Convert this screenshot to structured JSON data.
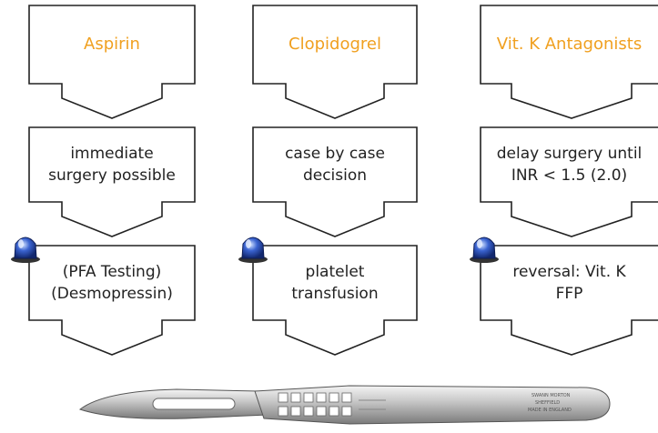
{
  "flowchart": {
    "columns": [
      {
        "drug": "Aspirin",
        "step1": [
          "immediate",
          "surgery possible"
        ],
        "step2": [
          "(PFA Testing)",
          "(Desmopressin)"
        ]
      },
      {
        "drug": "Clopidogrel",
        "step1": [
          "case by case",
          "decision"
        ],
        "step2": [
          "platelet",
          "transfusion"
        ]
      },
      {
        "drug": "Vit. K Antagonists",
        "step1": [
          "delay surgery until",
          "INR < 1.5 (2.0)"
        ],
        "step2": [
          "reversal: Vit. K",
          "FFP"
        ]
      }
    ]
  },
  "scalpel": {
    "imprint": [
      "SWANN MORTON",
      "SHEFFIELD",
      "MADE IN ENGLAND"
    ]
  },
  "colors": {
    "title": "#f0a020",
    "text": "#222222",
    "outline": "#222222",
    "siren_blue": "#2a4fb8"
  },
  "icons": [
    "warning-light-icon",
    "scalpel-icon"
  ]
}
